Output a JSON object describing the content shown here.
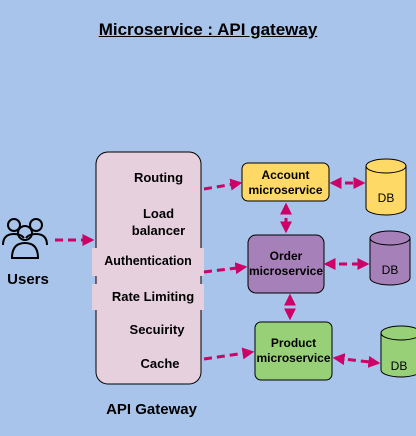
{
  "title": "Microservice : API gateway",
  "users": {
    "label": "Users",
    "icon": "users-icon"
  },
  "gateway": {
    "label": "API Gateway",
    "items": [
      "Routing",
      "Load balancer",
      "Authentication",
      "Rate Limiting",
      "Secuirity",
      "Cache"
    ]
  },
  "services": [
    {
      "label": "Account microservice",
      "color": "#ffd966"
    },
    {
      "label": "Order microservice",
      "color": "#a680b8"
    },
    {
      "label": "Product microservice",
      "color": "#97d077"
    }
  ],
  "databases": [
    {
      "label": "DB",
      "color": "#ffd966"
    },
    {
      "label": "DB",
      "color": "#a680b8"
    },
    {
      "label": "DB",
      "color": "#97d077"
    }
  ],
  "colors": {
    "background": "#a9c4eb",
    "gateway_fill": "#e6d0de",
    "arrow": "#cc0066"
  }
}
